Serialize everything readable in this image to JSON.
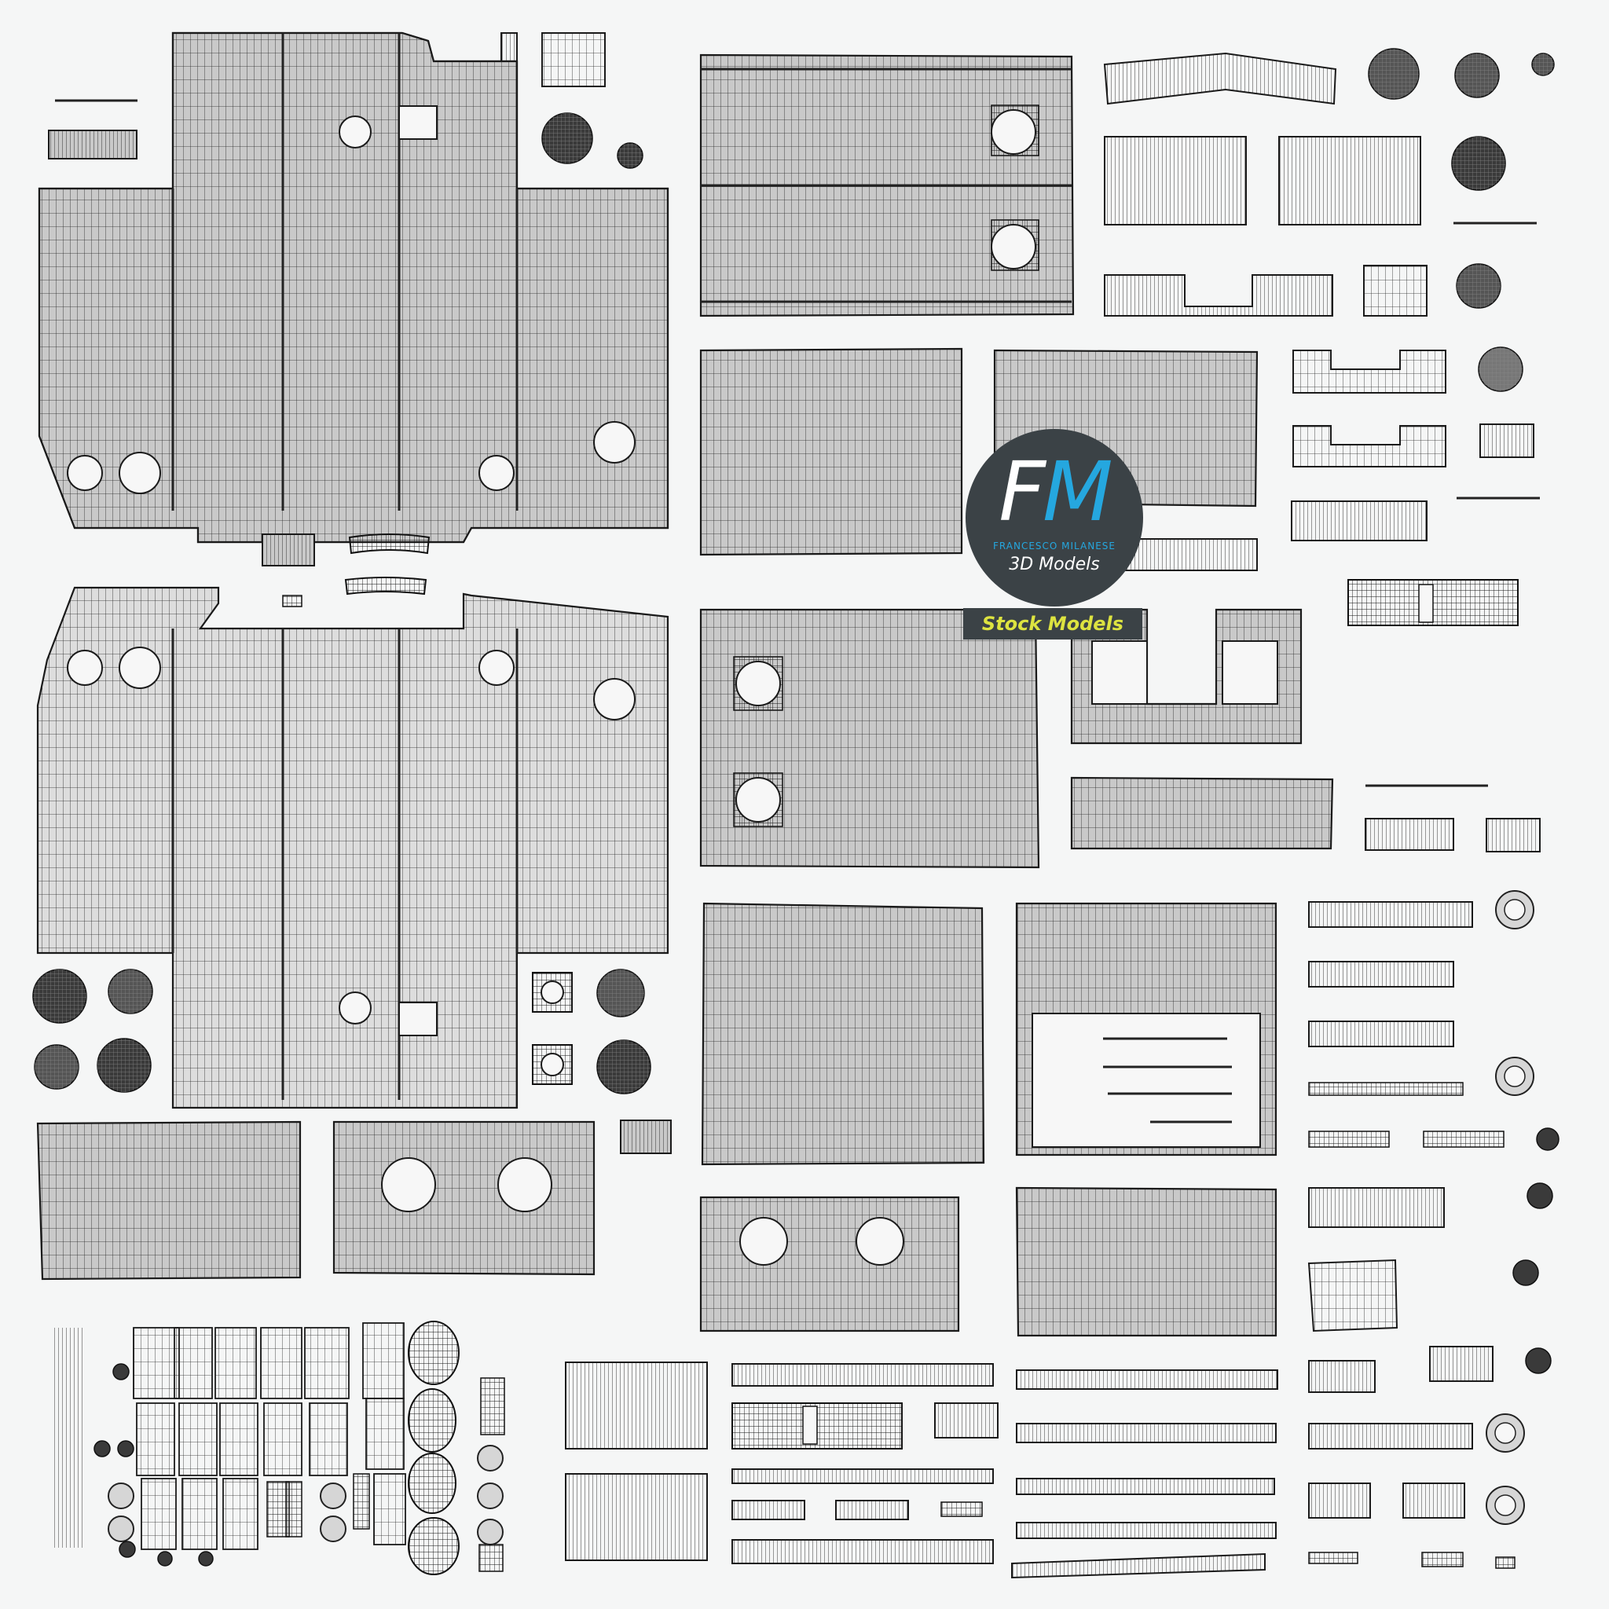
{
  "logo": {
    "monogram_first": "F",
    "monogram_second": "M",
    "maker": "FRANCESCO MILANESE",
    "subtitle": "3D Models",
    "banner": "Stock Models",
    "colors": {
      "badge": "#3b4246",
      "accent_blue": "#25a7df",
      "banner_text": "#dde340",
      "monogram_white": "#ffffff"
    }
  },
  "sheet": {
    "background": "#f5f6f6",
    "island_fill": "#c9c9c9",
    "wire_color": "#1a1a1a"
  }
}
